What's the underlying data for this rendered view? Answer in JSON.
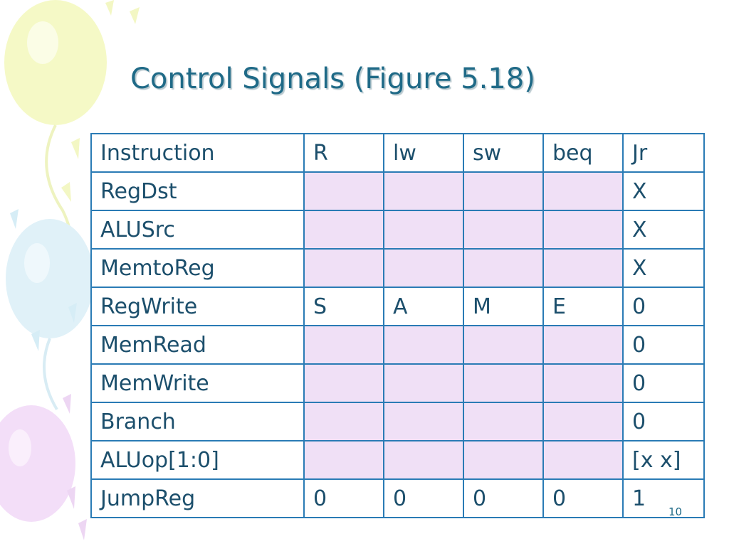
{
  "slide": {
    "title": "Control Signals (Figure 5.18)",
    "page_number": "10"
  },
  "table": {
    "header": [
      "Instruction",
      "R",
      "lw",
      "sw",
      "beq",
      "Jr"
    ],
    "rows": [
      {
        "cells": [
          "RegDst",
          "",
          "",
          "",
          "",
          "X"
        ]
      },
      {
        "cells": [
          "ALUSrc",
          "",
          "",
          "",
          "",
          "X"
        ]
      },
      {
        "cells": [
          "MemtoReg",
          "",
          "",
          "",
          "",
          "X"
        ]
      },
      {
        "cells": [
          "RegWrite",
          "S",
          "A",
          "M",
          "E",
          "0"
        ]
      },
      {
        "cells": [
          "MemRead",
          "",
          "",
          "",
          "",
          "0"
        ]
      },
      {
        "cells": [
          "MemWrite",
          "",
          "",
          "",
          "",
          "0"
        ]
      },
      {
        "cells": [
          "Branch",
          "",
          "",
          "",
          "",
          "0"
        ]
      },
      {
        "cells": [
          "ALUop[1:0]",
          "",
          "",
          "",
          "",
          "[x x]"
        ]
      },
      {
        "cells": [
          "JumpReg",
          "0",
          "0",
          "0",
          "0",
          "1"
        ]
      }
    ]
  },
  "colors": {
    "title": "#1f6a87",
    "table_border": "#2a7bb5",
    "table_text": "#1c4f6c",
    "shaded_cell": "#f0e0f6"
  }
}
